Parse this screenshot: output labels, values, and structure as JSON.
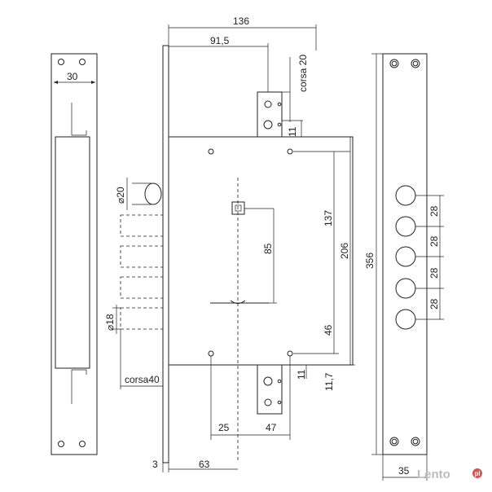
{
  "dimensions": {
    "width_136": "136",
    "offset_91_5": "91,5",
    "stroke_top": "corsa 20",
    "gap_top_11": "11",
    "hole_d20": "⌀20",
    "plate_30": "30",
    "spindle_85": "85",
    "height_137": "137",
    "height_206": "206",
    "height_46": "46",
    "length_356": "356",
    "pitch_28_a": "28",
    "pitch_28_b": "28",
    "pitch_28_c": "28",
    "pitch_28_d": "28",
    "bolt_d18": "⌀18",
    "stroke_bottom": "corsa40",
    "gap_bottom_11": "11",
    "gap_11_7": "11,7",
    "dist_25": "25",
    "dist_47": "47",
    "plate_3": "3",
    "backset_63": "63",
    "plate_35": "35"
  },
  "watermark": {
    "brand": "Lento",
    "suffix": "pl"
  }
}
